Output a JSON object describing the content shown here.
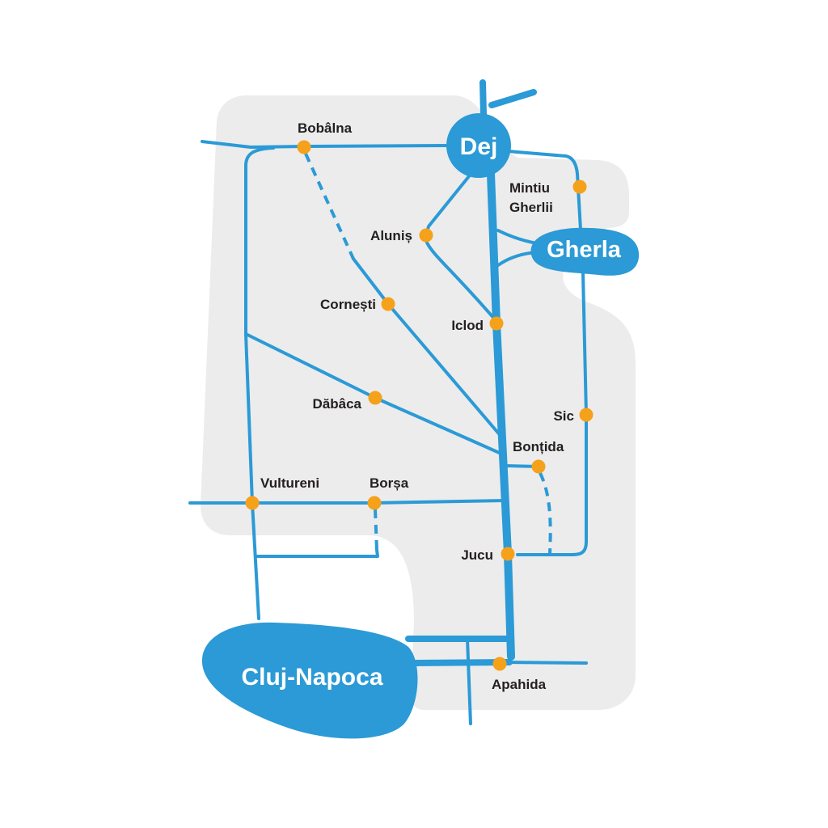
{
  "map": {
    "cities": {
      "dej": "Dej",
      "gherla": "Gherla",
      "cluj_napoca": "Cluj-Napoca"
    },
    "localities": {
      "bobalna": "Bobâlna",
      "mintiu_gherlii": [
        "Mintiu",
        "Gherlii"
      ],
      "alunis": "Aluniș",
      "cornesti": "Cornești",
      "iclod": "Iclod",
      "dabaca": "Dăbâca",
      "sic": "Sic",
      "bontida": "Bonțida",
      "vultureni": "Vultureni",
      "borsa": "Borșa",
      "jucu": "Jucu",
      "apahida": "Apahida"
    }
  },
  "colors": {
    "road": "#2b9ad6",
    "region": "#ececec",
    "locality_dot": "#f5a11a",
    "label": "#231f20",
    "city_text": "#ffffff",
    "background": "#ffffff"
  }
}
